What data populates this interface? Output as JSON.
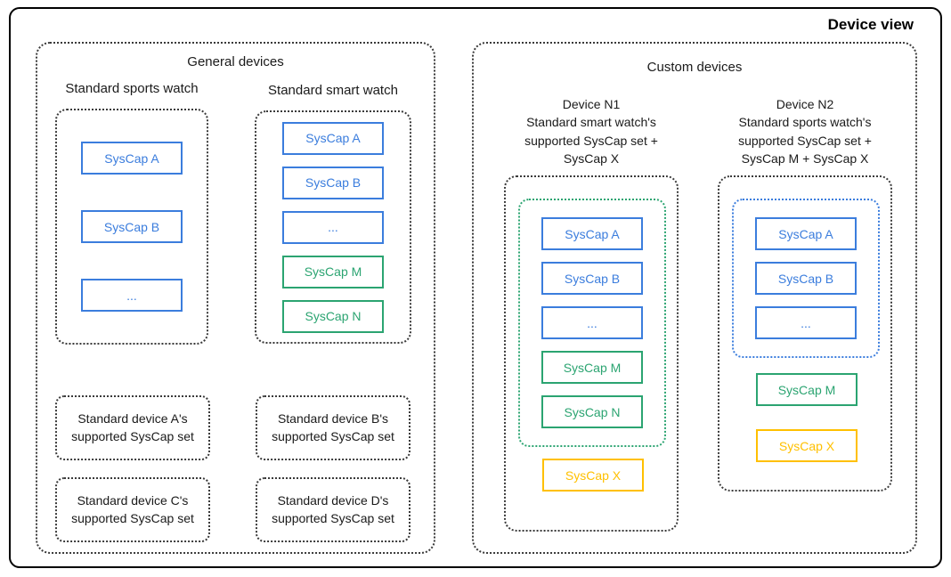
{
  "title": "Device view",
  "colors": {
    "blue": "#3b7ddd",
    "teal": "#2ba471",
    "yellow": "#ffc000"
  },
  "general": {
    "title": "General devices",
    "sports_watch": {
      "label": "Standard sports watch",
      "syscaps": [
        {
          "label": "SysCap A",
          "color": "blue"
        },
        {
          "label": "SysCap B",
          "color": "blue"
        },
        {
          "label": "...",
          "color": "blue"
        }
      ]
    },
    "smart_watch": {
      "label": "Standard smart watch",
      "syscaps": [
        {
          "label": "SysCap A",
          "color": "blue"
        },
        {
          "label": "SysCap B",
          "color": "blue"
        },
        {
          "label": "...",
          "color": "blue"
        },
        {
          "label": "SysCap M",
          "color": "teal"
        },
        {
          "label": "SysCap N",
          "color": "teal"
        }
      ]
    },
    "device_sets": [
      {
        "label": "Standard device A's\nsupported SysCap set"
      },
      {
        "label": "Standard device B's\nsupported SysCap set"
      },
      {
        "label": "Standard device C's\nsupported SysCap set"
      },
      {
        "label": "Standard device D's\nsupported SysCap set"
      }
    ]
  },
  "custom": {
    "title": "Custom devices",
    "device_n1": {
      "label": "Device N1\nStandard smart watch's\nsupported SysCap set +\nSysCap X",
      "base_syscaps": [
        {
          "label": "SysCap A",
          "color": "blue"
        },
        {
          "label": "SysCap B",
          "color": "blue"
        },
        {
          "label": "...",
          "color": "blue"
        },
        {
          "label": "SysCap M",
          "color": "teal"
        },
        {
          "label": "SysCap N",
          "color": "teal"
        }
      ],
      "extra_syscaps": [
        {
          "label": "SysCap X",
          "color": "yellow"
        }
      ]
    },
    "device_n2": {
      "label": "Device N2\nStandard sports watch's\nsupported SysCap set +\nSysCap M + SysCap X",
      "base_syscaps": [
        {
          "label": "SysCap A",
          "color": "blue"
        },
        {
          "label": "SysCap B",
          "color": "blue"
        },
        {
          "label": "...",
          "color": "blue"
        }
      ],
      "extra_syscaps": [
        {
          "label": "SysCap M",
          "color": "teal"
        },
        {
          "label": "SysCap X",
          "color": "yellow"
        }
      ]
    }
  }
}
